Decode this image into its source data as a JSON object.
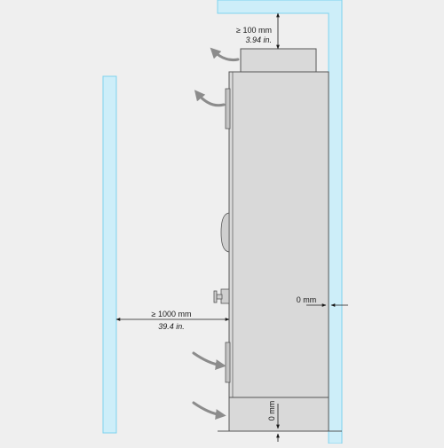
{
  "clearances": {
    "top": {
      "value": "≥ 100 mm",
      "imperial": "3.94 in."
    },
    "front": {
      "value": "≥ 1000 mm",
      "imperial": "39.4 in."
    },
    "rear": {
      "value": "0 mm"
    },
    "bottom": {
      "value": "0 mm"
    }
  },
  "colors": {
    "background": "#efefef",
    "wall_fill": "#cdeef9",
    "wall_edge": "#7fd3ee",
    "cabinet_body": "#d9d9d9",
    "cabinet_outline": "#555555",
    "airflow_arrow": "#8c8c8c"
  },
  "icons": {
    "airflow": "curved-arrow-icon",
    "handle": "door-handle-icon",
    "hinge": "hinge-icon"
  }
}
